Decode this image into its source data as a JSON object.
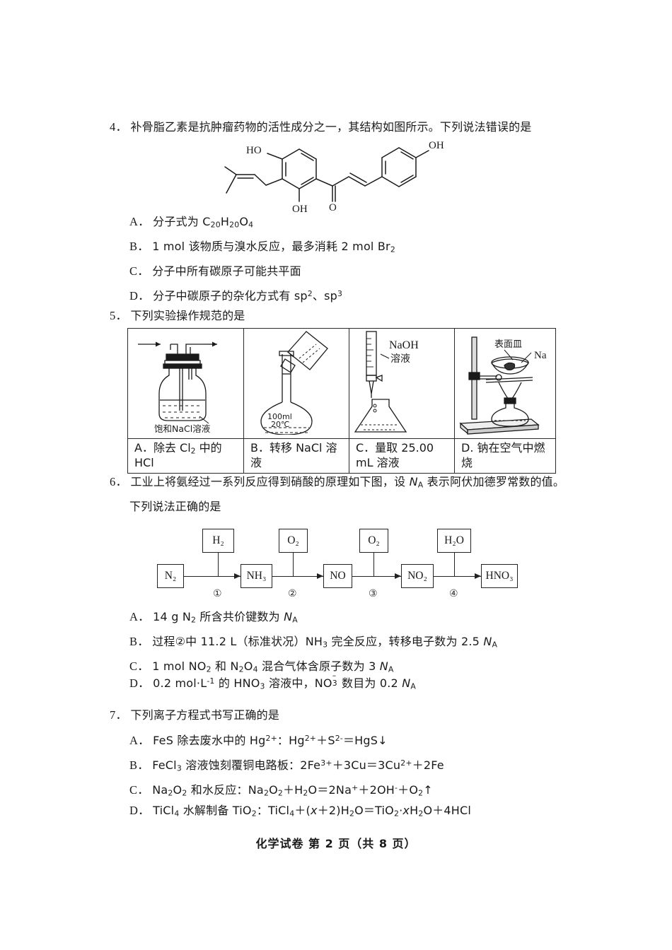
{
  "page": {
    "footer": "化学试卷  第 2 页（共 8 页）",
    "background": "#ffffff",
    "ink": "#1a1a1a"
  },
  "questions": [
    {
      "number": "4．",
      "stem": "补骨脂乙素是抗肿瘤药物的活性成分之一，其结构如图所示。下列说法错误的是",
      "figure": "chalcone-structure",
      "options": [
        {
          "letter": "A．",
          "text_html": "分子式为 C<sub>20</sub>H<sub>20</sub>O<sub>4</sub>"
        },
        {
          "letter": "B．",
          "text_html": "1 mol  该物质与溴水反应，最多消耗 2 mol Br<sub>2</sub>"
        },
        {
          "letter": "C．",
          "text_html": "分子中所有碳原子可能共平面"
        },
        {
          "letter": "D．",
          "text_html": "分子中碳原子的杂化方式有 sp<sup>2</sup>、sp<sup>3</sup>"
        }
      ]
    },
    {
      "number": "5．",
      "stem": "下列实验操作规范的是",
      "table": {
        "cells": [
          {
            "figure": "gas-washing-bottle",
            "inner_label": "饱和NaCl溶液",
            "caption_html": "A．除去 Cl<sub>2</sub> 中的 HCl"
          },
          {
            "figure": "volumetric-flask",
            "inner_label": "100ml 20℃",
            "caption_html": "B．转移 NaCl 溶液"
          },
          {
            "figure": "burette-titration",
            "inner_label": "NaOH 溶液",
            "caption_html": "C．量取 25.00 mL 溶液"
          },
          {
            "figure": "sodium-burning",
            "inner_label": "表面皿 / Na",
            "caption_html": "D. 钠在空气中燃烧"
          }
        ]
      }
    },
    {
      "number": "6．",
      "stem_line1_html": "工业上将氨经过一系列反应得到硝酸的原理如下图，设 <i class=\"var\">N</i><sub>A</sub> 表示阿伏加德罗常数的值。",
      "stem_line2": "下列说法正确的是",
      "figure": "ammonia-to-nitric-acid-flow",
      "options": [
        {
          "letter": "A．",
          "text_html": "14 g N<sub>2</sub> 所含共价键数为 <i class=\"var\">N</i><sub>A</sub>"
        },
        {
          "letter": "B．",
          "text_html": "过程②中 11.2 L（标准状况）NH<sub>3</sub> 完全反应，转移电子数为 2.5 <i class=\"var\">N</i><sub>A</sub>"
        },
        {
          "letter": "C．",
          "text_html": "1 mol NO<sub>2</sub> 和 N<sub>2</sub>O<sub>4</sub> 混合气体含原子数为 3 <i class=\"var\">N</i><sub>A</sub>"
        },
        {
          "letter": "D．",
          "text_html": "0.2 mol·L<sup>-1</sup> 的 HNO<sub>3</sub> 溶液中，NO<span class=\"stack\"><span class=\"up\">–</span><span class=\"dn\">3</span></span> 数目为 0.2 <i class=\"var\">N</i><sub>A</sub>"
        }
      ]
    },
    {
      "number": "7．",
      "stem": "下列离子方程式书写正确的是",
      "options": [
        {
          "letter": "A．",
          "text_html": "FeS 除去废水中的 Hg<sup>2+</sup>：Hg<sup>2+</sup>＋S<sup>2-</sup>＝HgS↓"
        },
        {
          "letter": "B．",
          "text_html": "FeCl<sub>3</sub> 溶液蚀刻覆铜电路板：2Fe<sup>3+</sup>＋3Cu＝3Cu<sup>2+</sup>＋2Fe"
        },
        {
          "letter": "C．",
          "text_html": "Na<sub>2</sub>O<sub>2</sub> 和水反应：Na<sub>2</sub>O<sub>2</sub>＋H<sub>2</sub>O＝2Na<sup>+</sup>＋2OH<sup>-</sup>＋O<sub>2</sub>↑"
        },
        {
          "letter": "D．",
          "text_html": "TiCl<sub>4</sub> 水解制备 TiO<sub>2</sub>：TiCl<sub>4</sub>＋(<i class=\"var\">x</i>＋2)H<sub>2</sub>O＝TiO<sub>2</sub>·<i class=\"var\">x</i>H<sub>2</sub>O＋4HCl"
        }
      ]
    }
  ],
  "structure_labels": {
    "ho_left": "HO",
    "oh_bottom": "OH",
    "oh_right": "OH",
    "carbonyl_o": "O"
  },
  "flow_diagram": {
    "nodes": [
      "N₂",
      "NH₃",
      "NO",
      "NO₂",
      "HNO₃"
    ],
    "reagents": [
      "H₂",
      "O₂",
      "O₂",
      "H₂O"
    ],
    "step_marks": [
      "①",
      "②",
      "③",
      "④"
    ]
  }
}
